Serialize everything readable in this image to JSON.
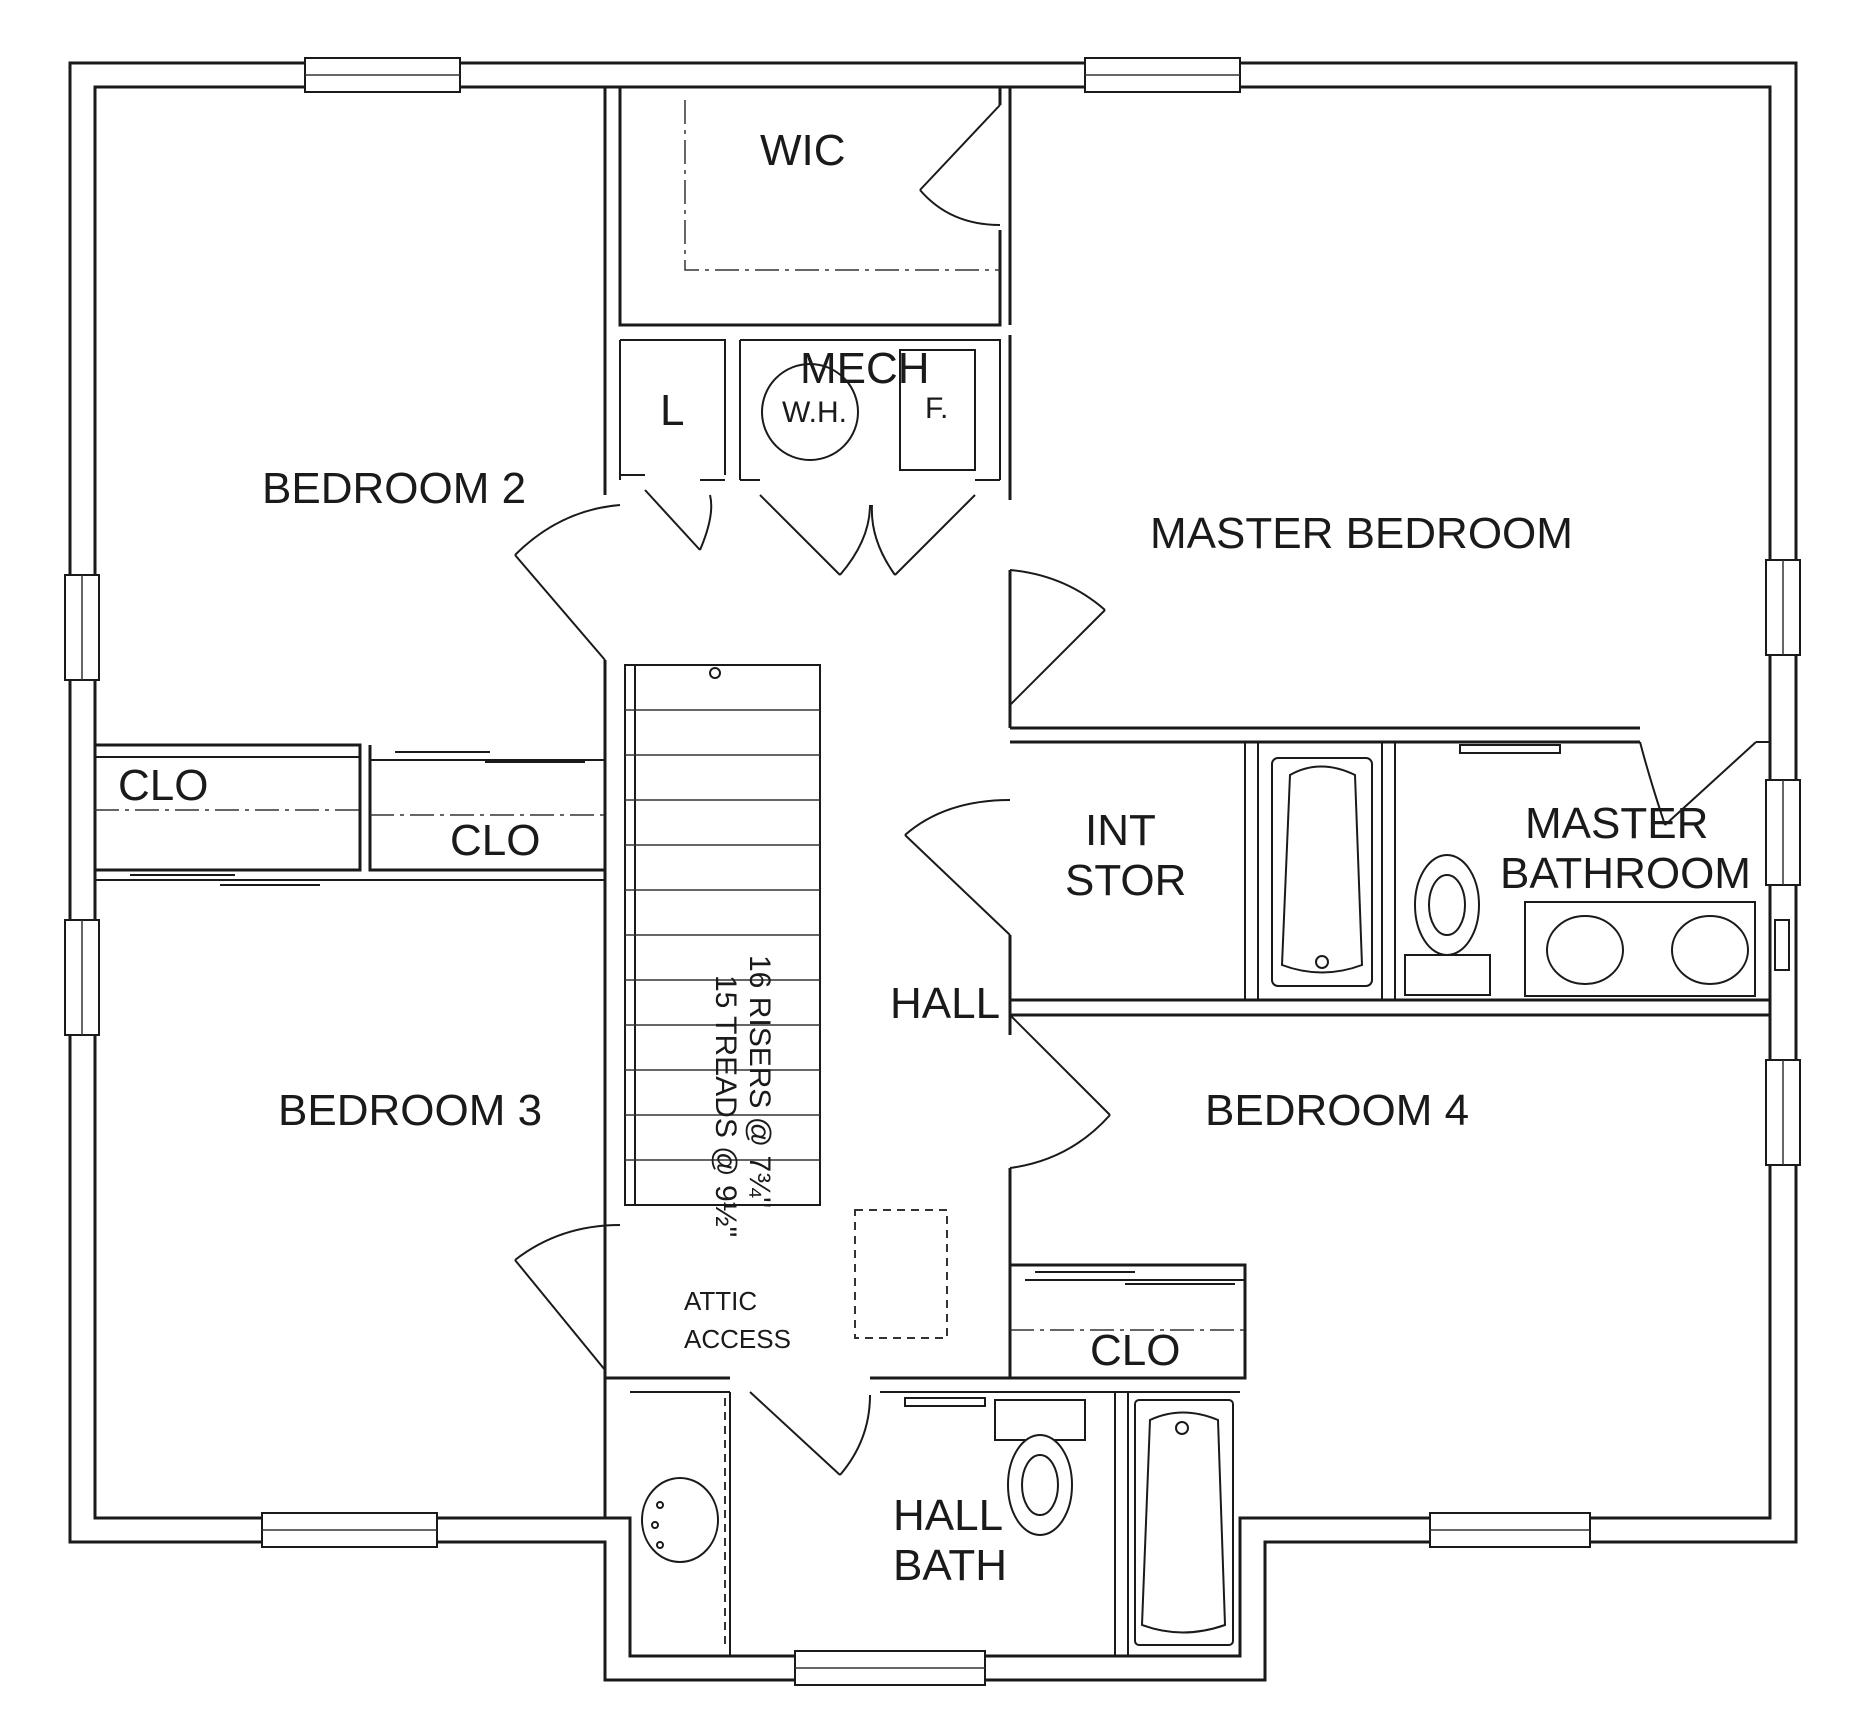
{
  "rooms": {
    "wic": "WIC",
    "mech": "MECH",
    "water_heater": "W.H.",
    "furnace": "F.",
    "linen": "L",
    "bedroom_2": "BEDROOM 2",
    "master_bedroom": "MASTER BEDROOM",
    "clo_left": "CLO",
    "clo_center": "CLO",
    "int_stor_line1": "INT",
    "int_stor_line2": "STOR",
    "master_bath_line1": "MASTER",
    "master_bath_line2": "BATHROOM",
    "hall": "HALL",
    "bedroom_3": "BEDROOM 3",
    "bedroom_4": "BEDROOM 4",
    "clo_right": "CLO",
    "attic_line1": "ATTIC",
    "attic_line2": "ACCESS",
    "hall_bath_line1": "HALL",
    "hall_bath_line2": "BATH"
  },
  "stairs": {
    "risers": "16 RISERS @ 7¾\"",
    "treads": "15 TREADS @ 9½\""
  }
}
